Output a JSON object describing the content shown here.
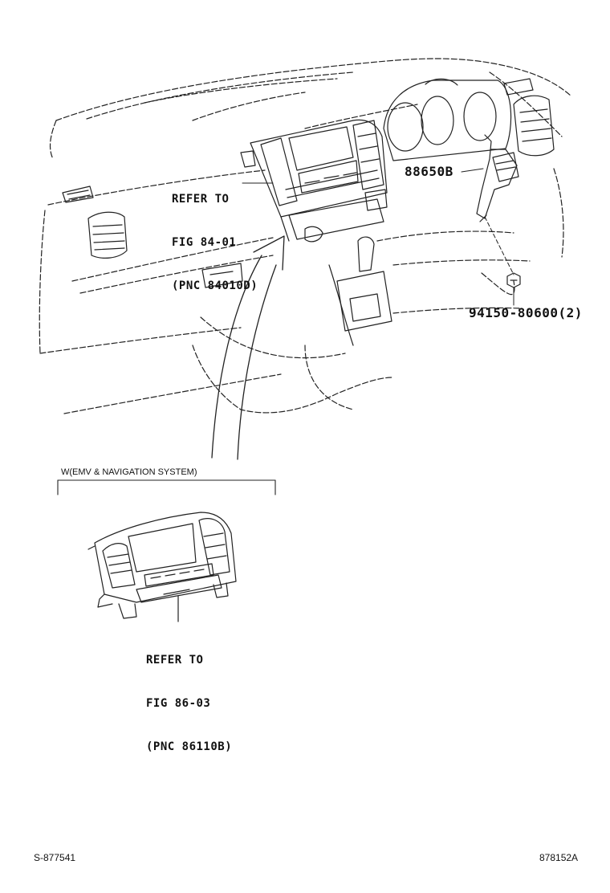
{
  "callouts": {
    "refer1": [
      "REFER TO",
      "FIG 84-01",
      "(PNC 84010D)"
    ],
    "part_88650b": "88650B",
    "part_bolt": "94150-80600(2)",
    "refer2": [
      "REFER TO",
      "FIG 86-03",
      "(PNC 86110B)"
    ]
  },
  "variant_label": "W(EMV & NAVIGATION SYSTEM)",
  "footer": {
    "left_code": "S-877541",
    "right_code": "878152A"
  }
}
